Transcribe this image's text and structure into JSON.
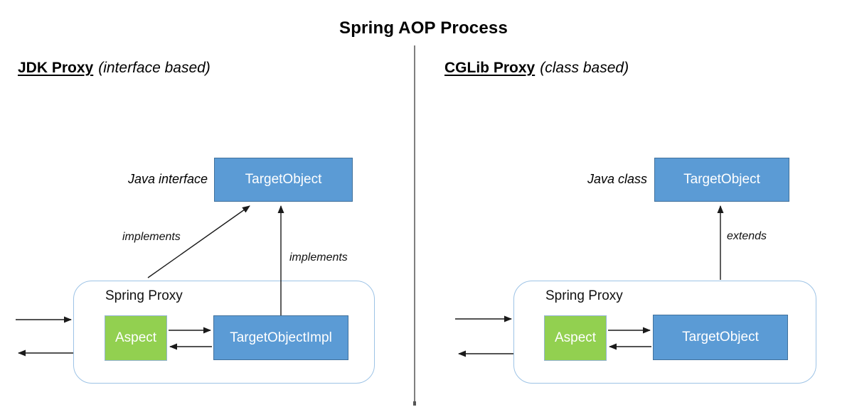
{
  "title": "Spring AOP Process",
  "colors": {
    "box_blue": "#5B9BD5",
    "box_blue_border": "#41719C",
    "box_green": "#92D050",
    "box_green_border": "#94B3D1",
    "proxy_container_border": "#9DC3E6",
    "divider_gray": "#7F7F7F",
    "arrow_black": "#1A1A1A",
    "box_text_white": "#FFFFFF",
    "text_black": "#000000"
  },
  "left": {
    "heading": "JDK Proxy",
    "heading_note": "(interface based)",
    "type_label": "Java interface",
    "interface_box_label": "TargetObject",
    "proxy_label": "Spring Proxy",
    "aspect_label": "Aspect",
    "impl_box_label": "TargetObjectImpl",
    "diagonal_arrow_label": "implements",
    "vertical_arrow_label": "implements"
  },
  "right": {
    "heading": "CGLib Proxy",
    "heading_note": "(class based)",
    "type_label": "Java class",
    "class_box_label": "TargetObject",
    "proxy_label": "Spring Proxy",
    "aspect_label": "Aspect",
    "target_box_label": "TargetObject",
    "vertical_arrow_label": "extends"
  }
}
